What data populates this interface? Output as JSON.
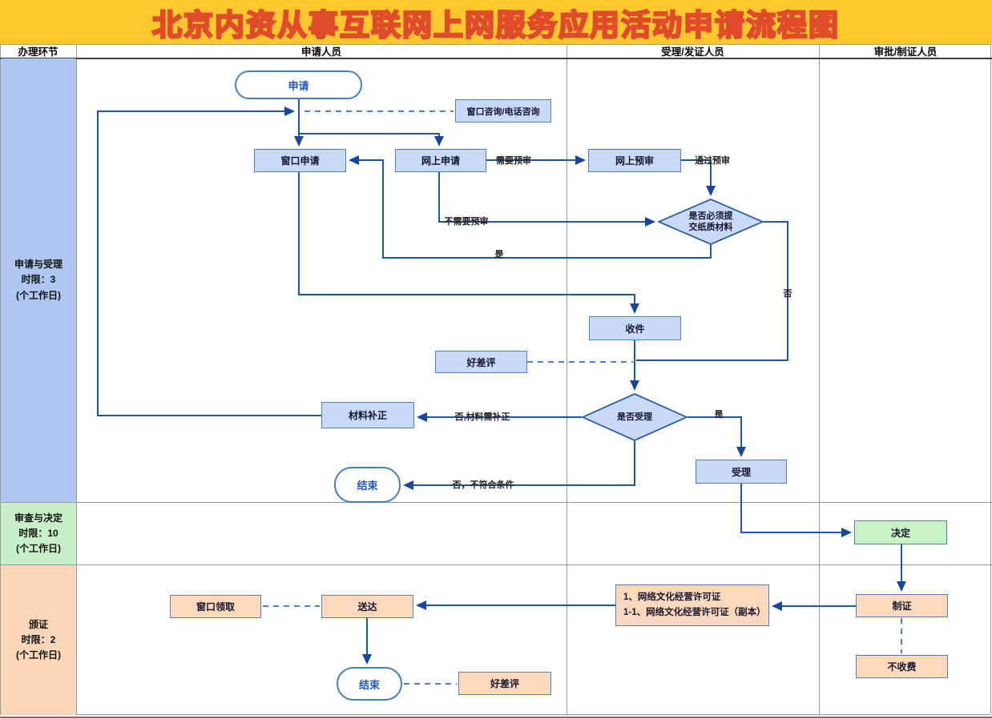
{
  "title": "北京内资从事互联网上网服务应用活动申请流程图",
  "colors": {
    "banner_bg": "#ffc72e",
    "title_fill": "#ffffff",
    "title_stroke": "#e04b2b",
    "solid_line": "#2056a8",
    "dashed_line": "#4a7fd4",
    "node_blue": "#c9daf8",
    "node_green": "#c9f2c4",
    "node_orange": "#fcd9bd",
    "node_border": "#4f81bd",
    "stage1_bg": "#aec6f0",
    "stage2_bg": "#c9efc9",
    "stage3_bg": "#fbd6b8",
    "grid": "#9a9a9a"
  },
  "columns": {
    "c0": "办理环节",
    "c1": "申请人员",
    "c2": "受理/发证人员",
    "c3": "审批/制证人员"
  },
  "stages": {
    "s1": {
      "line1": "申请与受理",
      "line2": "时限：3",
      "line3": "(个工作日)"
    },
    "s2": {
      "line1": "审查与决定",
      "line2": "时限：10",
      "line3": "(个工作日)"
    },
    "s3": {
      "line1": "颁证",
      "line2": "时限：2",
      "line3": "(个工作日)"
    }
  },
  "nodes": {
    "apply": "申请",
    "consult": "窗口咨询/电话咨询",
    "window_apply": "窗口申请",
    "online_apply": "网上申请",
    "online_preview": "网上预审",
    "paper_decision_l1": "是否必须提",
    "paper_decision_l2": "交纸质材料",
    "receive": "收件",
    "review1": "好差评",
    "accept_decision": "是否受理",
    "material_fix": "材料补正",
    "end1": "结束",
    "accept": "受理",
    "decide": "决定",
    "window_pickup": "窗口领取",
    "deliver": "送达",
    "license_l1": "1、网络文化经营许可证",
    "license_l2": "1-1、网络文化经营许可证（副本）",
    "make_cert": "制证",
    "no_fee": "不收费",
    "end2": "结束",
    "review2": "好差评"
  },
  "edge_labels": {
    "need_preview": "需要预审",
    "pass_preview": "通过预审",
    "no_need_preview": "不需要预审",
    "yes1": "是",
    "no1": "否",
    "no_fix": "否,材料需补正",
    "yes2": "是",
    "no_reject": "否，不符合条件"
  }
}
